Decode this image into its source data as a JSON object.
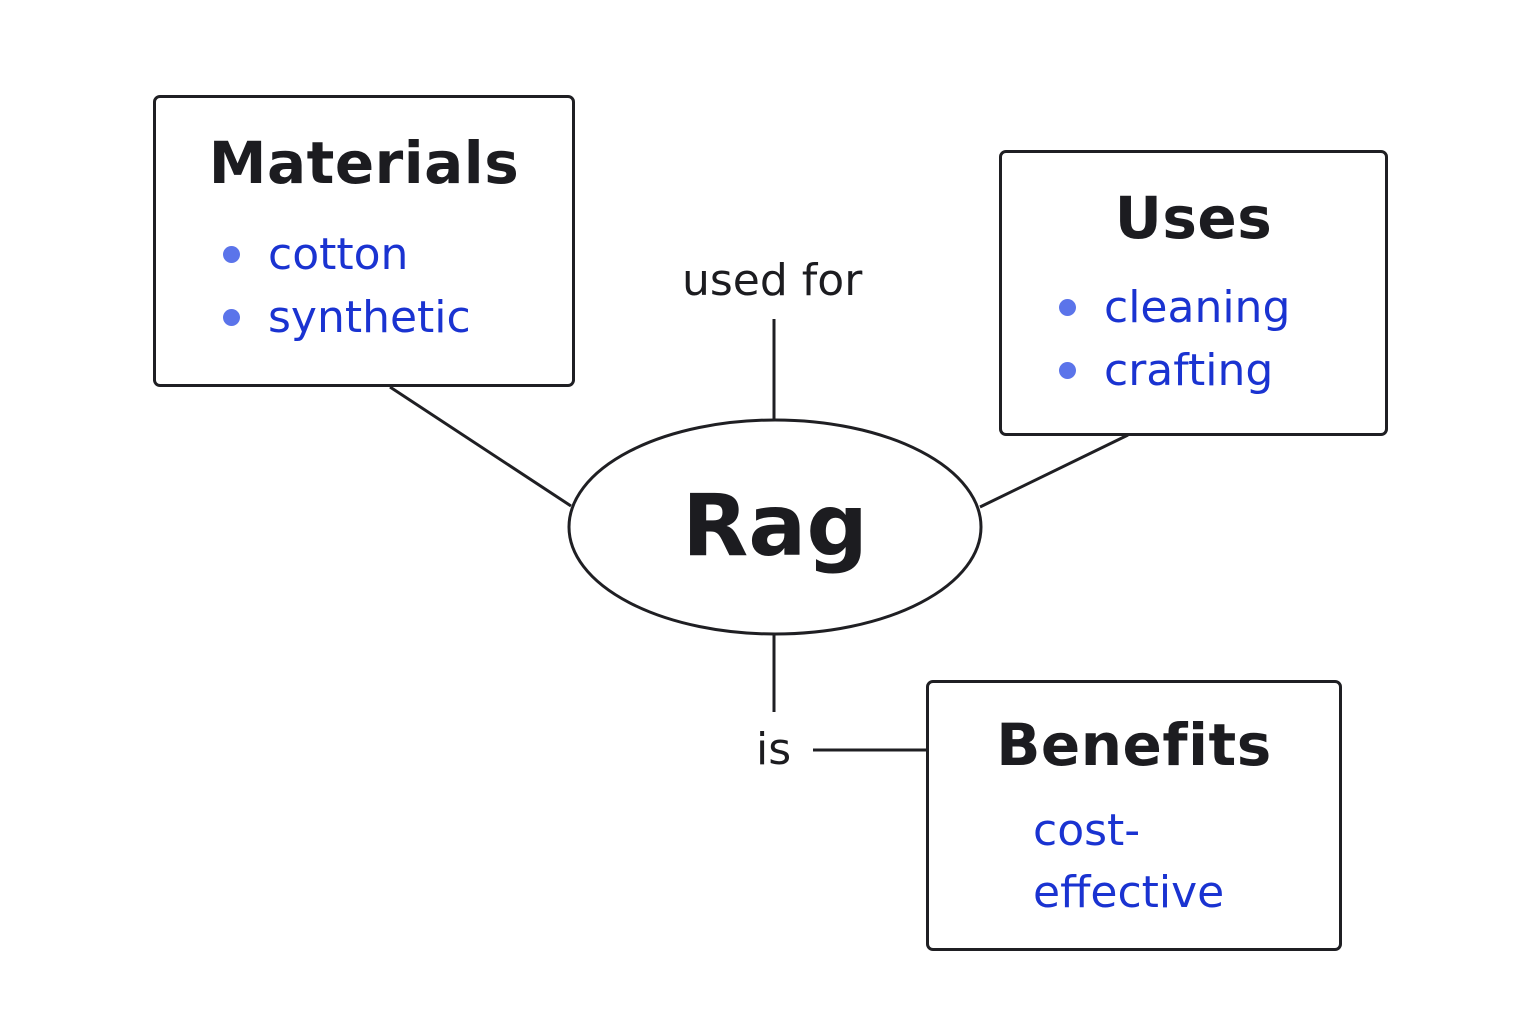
{
  "center": {
    "label": "Rag"
  },
  "materials": {
    "title": "Materials",
    "items": [
      "cotton",
      "synthetic"
    ]
  },
  "uses": {
    "title": "Uses",
    "items": [
      "cleaning",
      "crafting"
    ]
  },
  "benefits": {
    "title": "Benefits",
    "lines": [
      "cost-",
      "effective"
    ]
  },
  "edge_labels": {
    "used_for": "used for",
    "is": "is"
  },
  "colors": {
    "outline": "#1f1f23",
    "text": "#1c1c20",
    "item_text": "#1a33d1",
    "bullet": "#5b74ea",
    "background": "#ffffff"
  }
}
